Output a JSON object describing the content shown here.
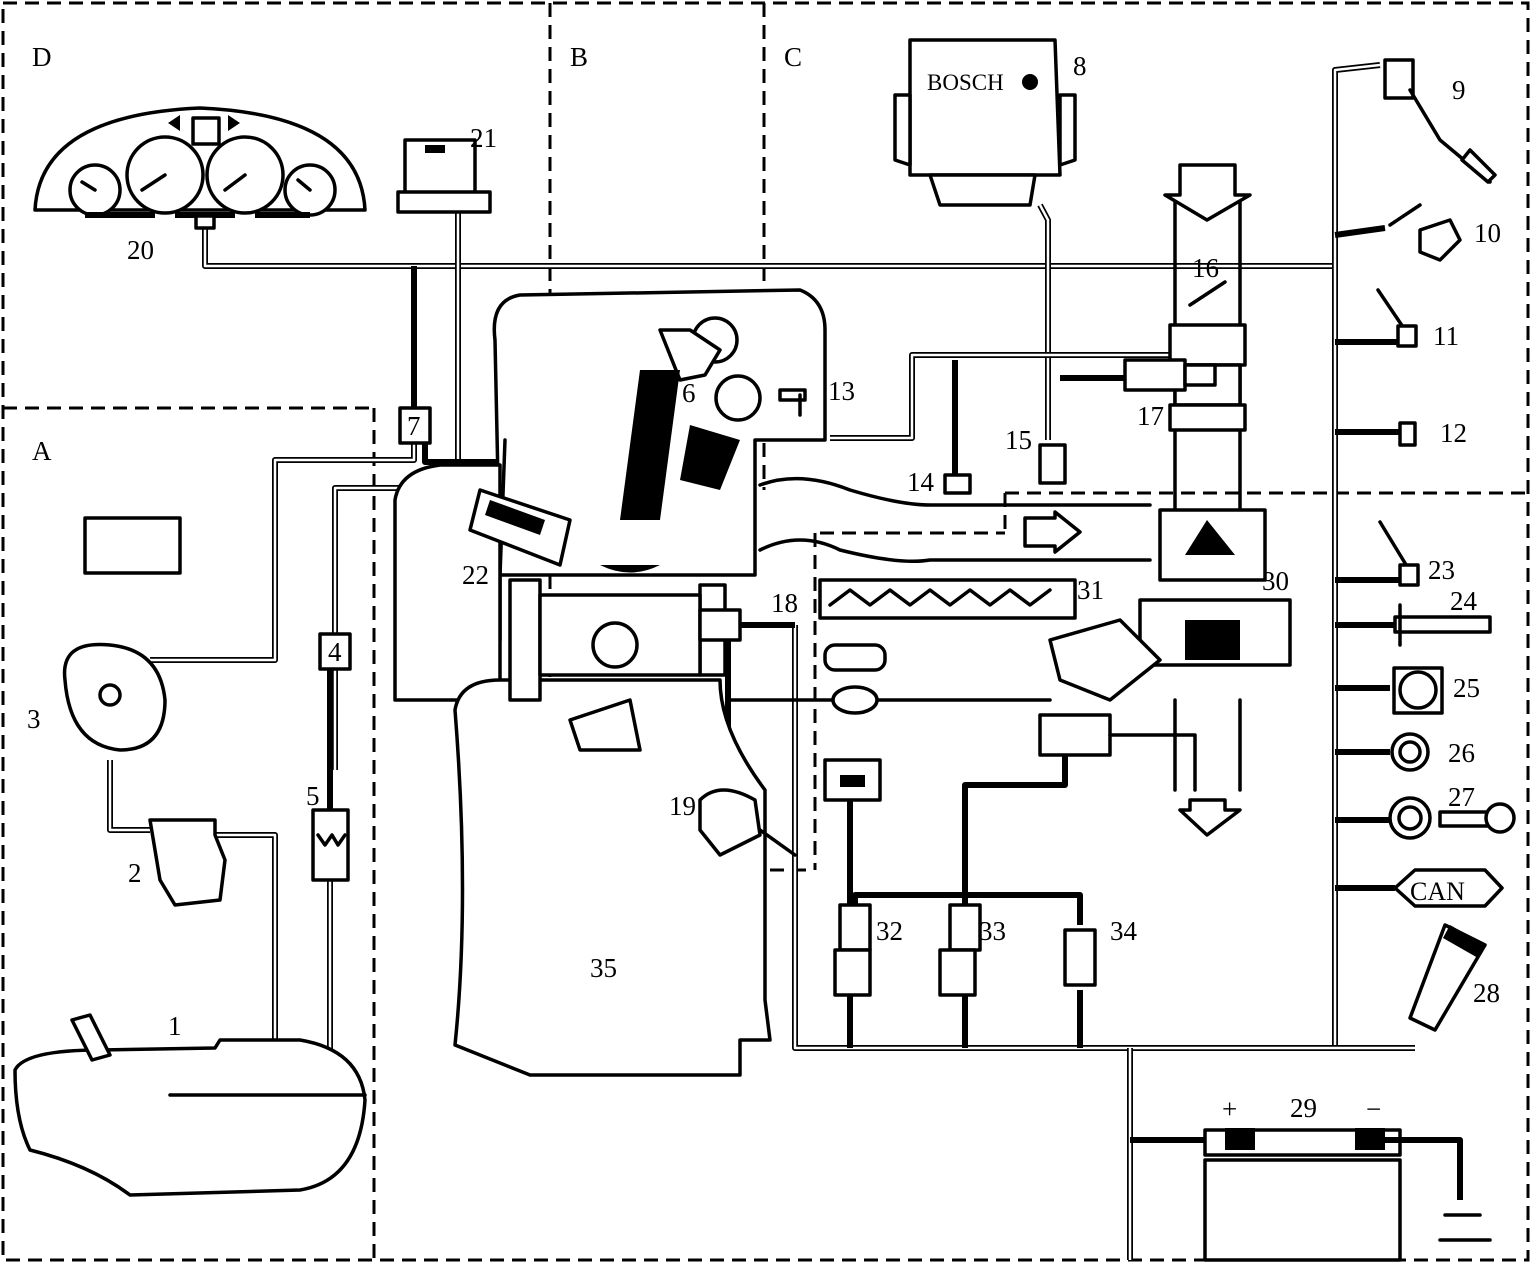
{
  "regions": [
    {
      "id": "D",
      "label": "D"
    },
    {
      "id": "B",
      "label": "B"
    },
    {
      "id": "C",
      "label": "C"
    },
    {
      "id": "A",
      "label": "A"
    }
  ],
  "components": [
    {
      "n": "1"
    },
    {
      "n": "2"
    },
    {
      "n": "3"
    },
    {
      "n": "4"
    },
    {
      "n": "5"
    },
    {
      "n": "6"
    },
    {
      "n": "7"
    },
    {
      "n": "8"
    },
    {
      "n": "9"
    },
    {
      "n": "10"
    },
    {
      "n": "11"
    },
    {
      "n": "12"
    },
    {
      "n": "13"
    },
    {
      "n": "14"
    },
    {
      "n": "15"
    },
    {
      "n": "16"
    },
    {
      "n": "17"
    },
    {
      "n": "18"
    },
    {
      "n": "19"
    },
    {
      "n": "20"
    },
    {
      "n": "21"
    },
    {
      "n": "22"
    },
    {
      "n": "23"
    },
    {
      "n": "24"
    },
    {
      "n": "25"
    },
    {
      "n": "26"
    },
    {
      "n": "27"
    },
    {
      "n": "28"
    },
    {
      "n": "29"
    },
    {
      "n": "30"
    },
    {
      "n": "31"
    },
    {
      "n": "32"
    },
    {
      "n": "33"
    },
    {
      "n": "34"
    },
    {
      "n": "35"
    }
  ],
  "ecu_brand": "BOSCH",
  "bus_label": "CAN",
  "battery": {
    "plus": "+",
    "minus": "−"
  },
  "box_labels": {
    "c4": "4",
    "c7": "7"
  }
}
